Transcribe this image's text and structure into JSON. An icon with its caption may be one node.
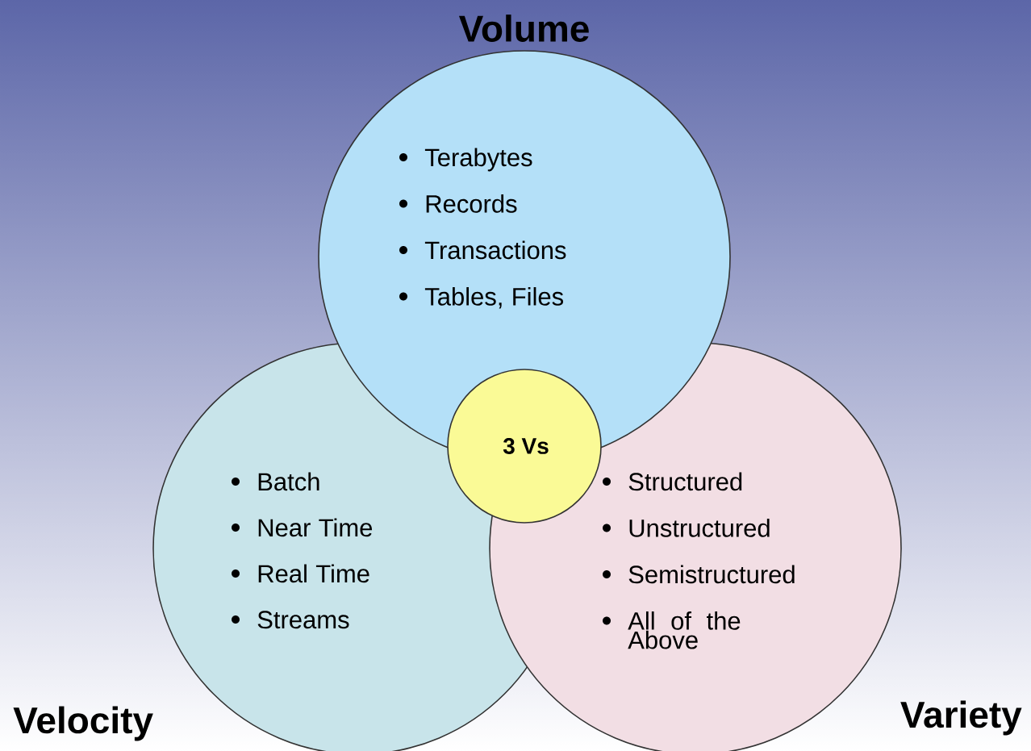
{
  "diagram": {
    "nodes": [
      {
        "text": [
          "Volume",
          "Terabytes",
          "Records",
          "Transactions",
          "Tables, Files"
        ]
      },
      {
        "text": [
          "3 Vs"
        ]
      },
      {
        "text": [
          "Velocity",
          "Batch",
          "Near Time",
          "Real Time",
          "Streams"
        ]
      },
      {
        "text": [
          "Variety",
          "Structured",
          "Unstructured",
          "Semistructured",
          "All of the Above"
        ]
      }
    ]
  }
}
